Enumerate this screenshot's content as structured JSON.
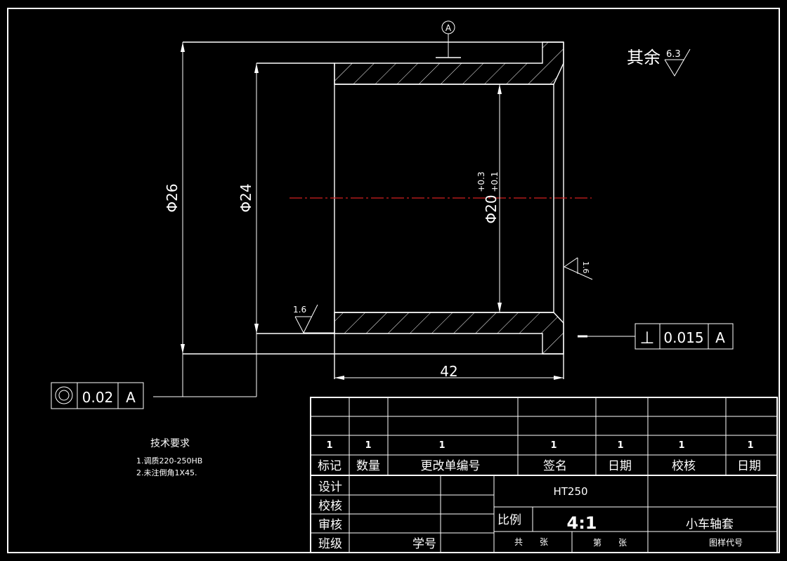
{
  "drawing": {
    "datum_label": "A",
    "roughness_other_label": "其余",
    "roughness_other_value": "6.3",
    "roughness_face_value": "1.6",
    "roughness_bore_value": "1.6",
    "dims": {
      "outer_diameter": "Φ26",
      "step_diameter": "Φ24",
      "bore_diameter": "Φ20",
      "bore_tol_upper": "+0.3",
      "bore_tol_lower": "+0.1",
      "length": "42"
    },
    "fcf_perpendicularity": {
      "symbol": "⊥",
      "value": "0.015",
      "datum": "A"
    },
    "fcf_concentricity": {
      "symbol": "◎",
      "value": "0.02",
      "datum": "A"
    }
  },
  "tech_requirements": {
    "title": "技术要求",
    "items": [
      "1.调质220-250HB",
      "2.未注倒角1X45."
    ]
  },
  "title_block": {
    "revision_values": [
      "1",
      "1",
      "1",
      "1",
      "1",
      "1",
      "1"
    ],
    "revision_headers": [
      "标记",
      "数量",
      "更改单编号",
      "签名",
      "日期",
      "校核",
      "日期"
    ],
    "roles": [
      "设计",
      "校核",
      "审核",
      "班级"
    ],
    "student_id_label": "学号",
    "material": "HT250",
    "scale_label": "比例",
    "scale_value": "4:1",
    "part_name": "小车轴套",
    "sheet_total_label": "共　　张",
    "sheet_number_label": "第　　张",
    "drawing_code_label": "图样代号"
  }
}
